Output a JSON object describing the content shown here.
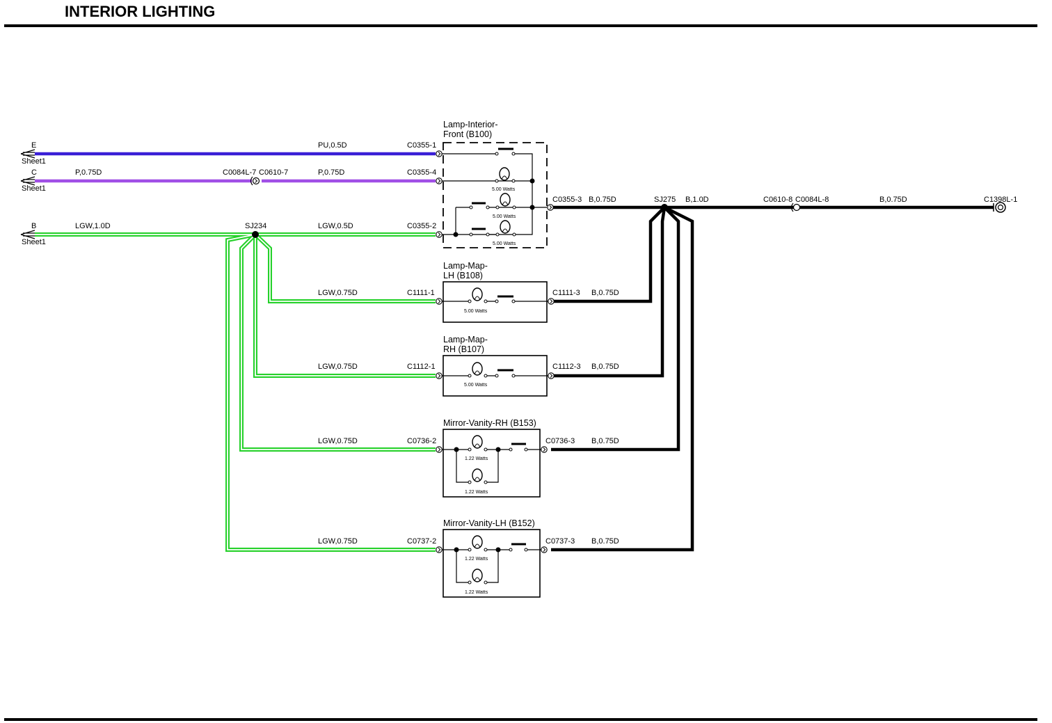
{
  "title": "INTERIOR LIGHTING",
  "colors": {
    "blue_wire": "#3a1fd6",
    "purple_wire": "#a04fe6",
    "green_wire": "#25d12a",
    "black_wire": "#000000"
  },
  "offpage": {
    "e": {
      "letter": "E",
      "sheet": "Sheet1"
    },
    "c": {
      "letter": "C",
      "sheet": "Sheet1"
    },
    "b": {
      "letter": "B",
      "sheet": "Sheet1"
    }
  },
  "splices": {
    "sj234": "SJ234",
    "sj275": "SJ275"
  },
  "wires": {
    "pu": "PU,0.5D",
    "p_left": "P,0.75D",
    "p_right": "P,0.75D",
    "lgw_main": "LGW,1.0D",
    "lgw_front": "LGW,0.5D",
    "lgw_map_lh": "LGW,0.75D",
    "lgw_map_rh": "LGW,0.75D",
    "lgw_vanity_rh": "LGW,0.75D",
    "lgw_vanity_lh": "LGW,0.75D",
    "b_front": "B,0.75D",
    "b_sj275": "B,1.0D",
    "b_ground": "B,0.75D",
    "b_map_lh": "B,0.75D",
    "b_map_rh": "B,0.75D",
    "b_vanity_rh": "B,0.75D",
    "b_vanity_lh": "B,0.75D"
  },
  "connectors": {
    "c0084l_7": "C0084L-7",
    "c0610_7": "C0610-7",
    "c0355_1": "C0355-1",
    "c0355_4": "C0355-4",
    "c0355_2": "C0355-2",
    "c0355_3": "C0355-3",
    "c0610_8": "C0610-8",
    "c0084l_8": "C0084L-8",
    "c1398l_1": "C1398L-1",
    "c1111_1": "C1111-1",
    "c1111_3": "C1111-3",
    "c1112_1": "C1112-1",
    "c1112_3": "C1112-3",
    "c0736_2": "C0736-2",
    "c0736_3": "C0736-3",
    "c0737_2": "C0737-2",
    "c0737_3": "C0737-3"
  },
  "components": {
    "front": {
      "line1": "Lamp-Interior-",
      "line2": "Front (B100)",
      "watts": [
        "5.00 Watts",
        "5.00 Watts",
        "5.00 Watts"
      ]
    },
    "map_lh": {
      "line1": "Lamp-Map-",
      "line2": "LH (B108)",
      "watts": "5.00 Watts"
    },
    "map_rh": {
      "line1": "Lamp-Map-",
      "line2": "RH (B107)",
      "watts": "5.00 Watts"
    },
    "vanity_rh": {
      "name": "Mirror-Vanity-RH (B153)",
      "watts": [
        "1.22 Watts",
        "1.22 Watts"
      ]
    },
    "vanity_lh": {
      "name": "Mirror-Vanity-LH (B152)",
      "watts": [
        "1.22 Watts",
        "1.22 Watts"
      ]
    }
  }
}
